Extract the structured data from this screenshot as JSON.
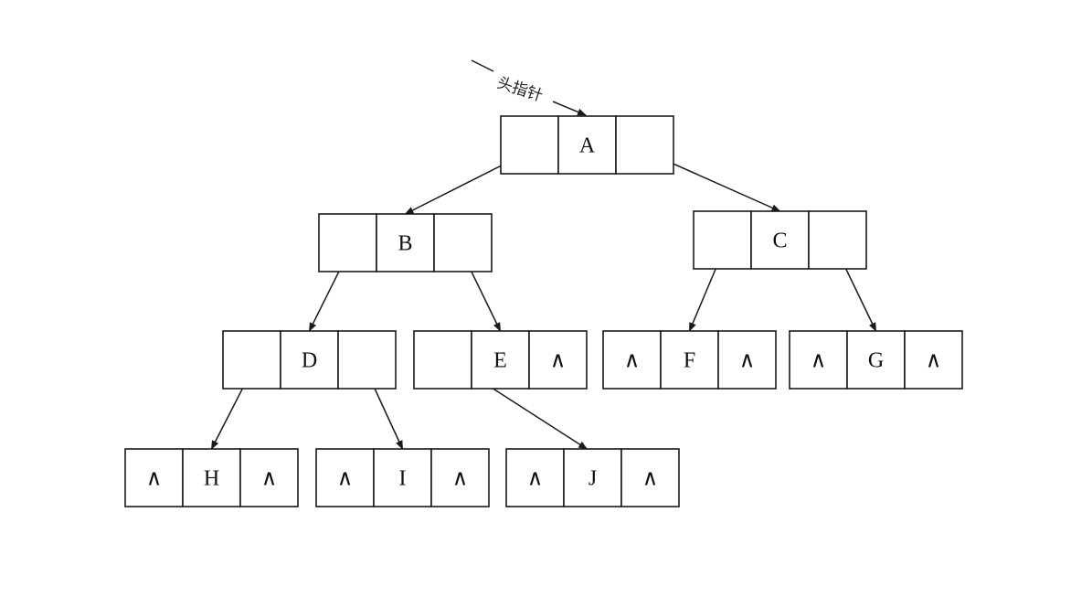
{
  "head_pointer_label": "头指针",
  "null_symbol": "∧",
  "nodes": [
    {
      "id": "A",
      "label": "A",
      "left": "ptr",
      "right": "ptr"
    },
    {
      "id": "B",
      "label": "B",
      "left": "ptr",
      "right": "ptr"
    },
    {
      "id": "C",
      "label": "C",
      "left": "ptr",
      "right": "ptr"
    },
    {
      "id": "D",
      "label": "D",
      "left": "ptr",
      "right": "ptr"
    },
    {
      "id": "E",
      "label": "E",
      "left": "ptr",
      "right": "null"
    },
    {
      "id": "F",
      "label": "F",
      "left": "null",
      "right": "null"
    },
    {
      "id": "G",
      "label": "G",
      "left": "null",
      "right": "null"
    },
    {
      "id": "H",
      "label": "H",
      "left": "null",
      "right": "null"
    },
    {
      "id": "I",
      "label": "I",
      "left": "null",
      "right": "null"
    },
    {
      "id": "J",
      "label": "J",
      "left": "null",
      "right": "null"
    }
  ],
  "edges": [
    {
      "from": "A",
      "side": "left",
      "to": "B"
    },
    {
      "from": "A",
      "side": "right",
      "to": "C"
    },
    {
      "from": "B",
      "side": "left",
      "to": "D"
    },
    {
      "from": "B",
      "side": "right",
      "to": "E"
    },
    {
      "from": "C",
      "side": "left",
      "to": "F"
    },
    {
      "from": "C",
      "side": "right",
      "to": "G"
    },
    {
      "from": "D",
      "side": "left",
      "to": "H"
    },
    {
      "from": "D",
      "side": "right",
      "to": "I"
    },
    {
      "from": "E",
      "side": "left",
      "to": "J"
    }
  ]
}
